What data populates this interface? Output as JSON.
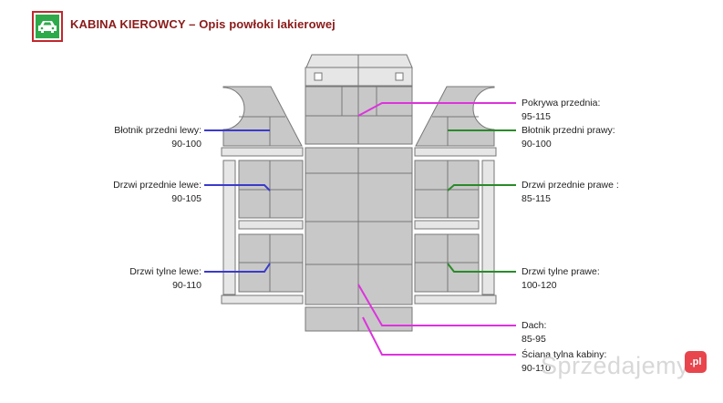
{
  "header": {
    "title": "KABINA KIEROWCY – Opis powłoki lakierowej",
    "logo_icon": "car-icon",
    "logo_color": "#2eaa4a",
    "border_color": "#c0282d"
  },
  "colors": {
    "panel_fill": "#c8c8c8",
    "panel_light": "#e6e6e6",
    "panel_stroke": "#777777",
    "left_lines": "#3a3acc",
    "right_lines": "#2a8a2a",
    "center_lines": "#dd33dd"
  },
  "labels": {
    "front_fender_left": {
      "name": "Błotnik przedni lewy:",
      "value": "90-100"
    },
    "front_door_left": {
      "name": "Drzwi przednie lewe:",
      "value": "90-105"
    },
    "rear_door_left": {
      "name": "Drzwi tylne lewe:",
      "value": "90-110"
    },
    "front_cover": {
      "name": "Pokrywa przednia:",
      "value": "95-115"
    },
    "front_fender_right": {
      "name": "Błotnik przedni prawy:",
      "value": "90-100"
    },
    "front_door_right": {
      "name": "Drzwi przednie prawe :",
      "value": "85-115"
    },
    "rear_door_right": {
      "name": "Drzwi tylne prawe:",
      "value": "100-120"
    },
    "roof": {
      "name": "Dach:",
      "value": "85-95"
    },
    "rear_wall": {
      "name": "Ściana tylna kabiny:",
      "value": "90-110"
    }
  },
  "watermark": {
    "text": "Sprzedajemy",
    "badge": ".pl"
  }
}
